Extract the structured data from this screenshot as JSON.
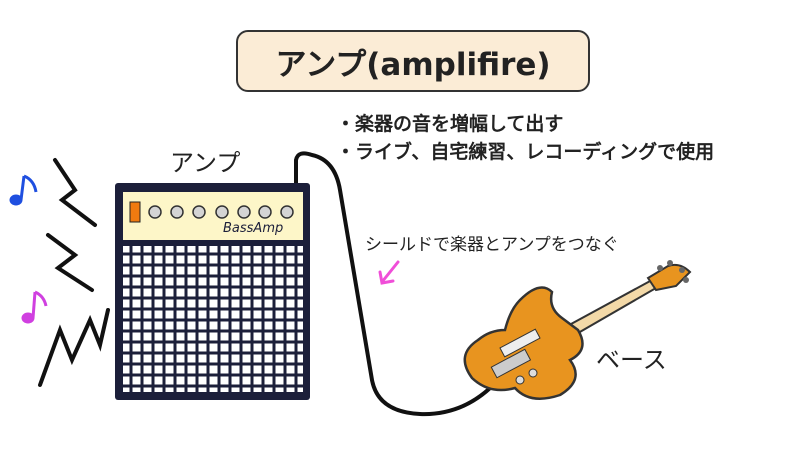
{
  "title": "アンプ(amplifire)",
  "amp_label": "アンプ",
  "amp_brand": "BassAmp",
  "bullets": [
    "・楽器の音を増幅して出す",
    "・ライブ、自宅練習、レコーディングで使用"
  ],
  "cable_note": "シールドで楽器とアンプをつなぐ",
  "bass_label": "ベース",
  "colors": {
    "title_bg": "#fbecd6",
    "amp_panel": "#fdf6c8",
    "amp_body": "#1c1f3a",
    "guitar_body": "#e8941f",
    "arrow": "#f04ed8",
    "note_blue": "#1f4fe0",
    "note_pink": "#d040e0"
  }
}
